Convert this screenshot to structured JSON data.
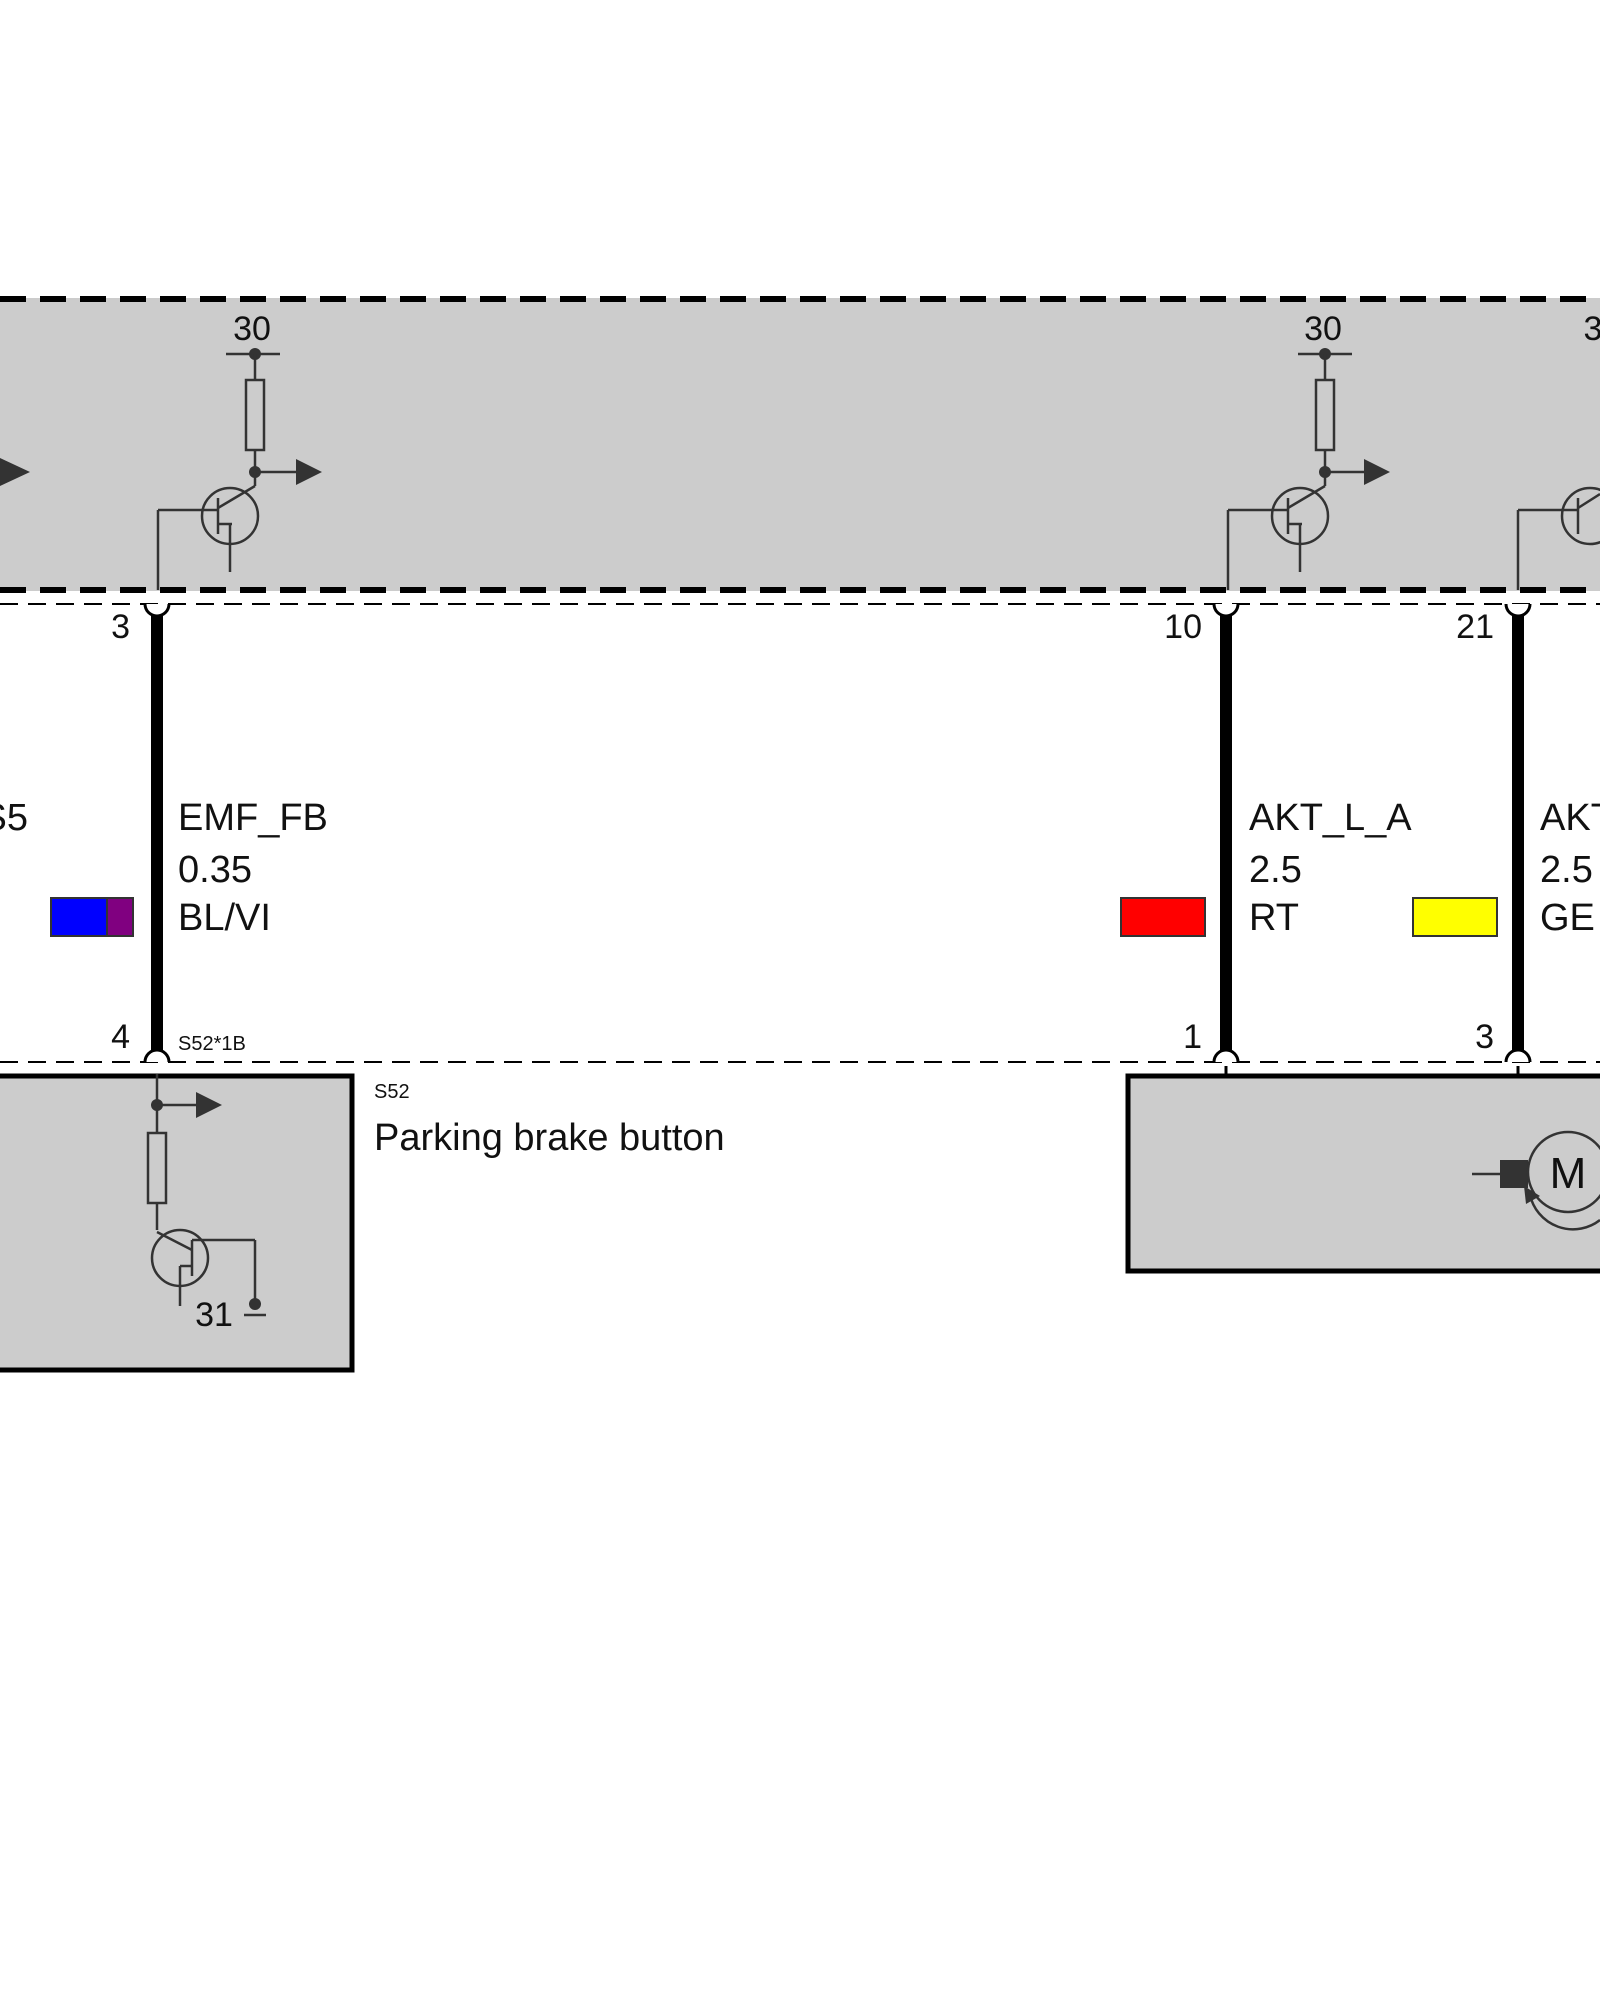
{
  "upper_module": {
    "supply_labels": [
      "30",
      "30",
      "3"
    ]
  },
  "pins_top": {
    "emf": "3",
    "akt_l_a": "10",
    "akt_right": "21"
  },
  "wires": {
    "partial_left_label": "S5",
    "emf": {
      "signal": "EMF_FB",
      "cross_section": "0.35",
      "color_code": "BL/VI",
      "colors": [
        "#0000ff",
        "#800080"
      ]
    },
    "akt_l_a": {
      "signal": "AKT_L_A",
      "cross_section": "2.5",
      "color_code": "RT",
      "colors": [
        "#ff0000"
      ]
    },
    "akt_right": {
      "signal": "AKT",
      "cross_section": "2.5",
      "color_code": "GE",
      "colors": [
        "#ffff00"
      ]
    }
  },
  "pins_bottom": {
    "emf": "4",
    "akt_l_a": "1",
    "akt_right": "3"
  },
  "connector_label": "S52*1B",
  "button_component": {
    "id": "S52",
    "name": "Parking brake button",
    "ground_label": "31"
  },
  "motor_component": {
    "motor_symbol": "M"
  },
  "colors": {
    "module_fill": "#cccccc",
    "wire": "#000000"
  }
}
